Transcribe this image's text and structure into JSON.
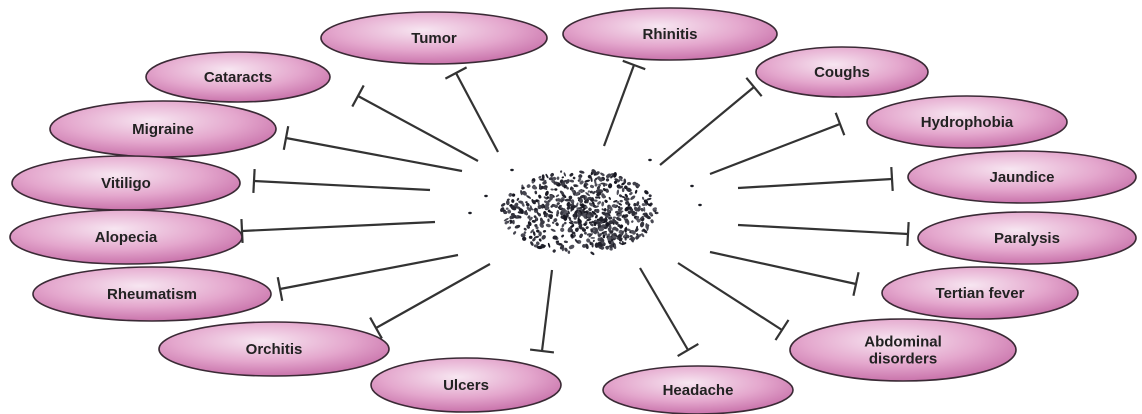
{
  "diagram": {
    "center": {
      "icon": "seed-cluster-icon"
    },
    "colors": {
      "node_fill_light": "#f7e6f1",
      "node_fill_mid": "#e4a7cd",
      "node_fill_dark": "#c46aa5",
      "node_stroke": "#3a2a35",
      "line": "#333333",
      "seed": "#1c1e26"
    },
    "nodes": [
      {
        "id": "tumor",
        "label": "Tumor"
      },
      {
        "id": "rhinitis",
        "label": "Rhinitis"
      },
      {
        "id": "cataracts",
        "label": "Cataracts"
      },
      {
        "id": "coughs",
        "label": "Coughs"
      },
      {
        "id": "migraine",
        "label": "Migraine"
      },
      {
        "id": "hydrophobia",
        "label": "Hydrophobia"
      },
      {
        "id": "vitiligo",
        "label": "Vitiligo"
      },
      {
        "id": "jaundice",
        "label": "Jaundice"
      },
      {
        "id": "alopecia",
        "label": "Alopecia"
      },
      {
        "id": "paralysis",
        "label": "Paralysis"
      },
      {
        "id": "rheumatism",
        "label": "Rheumatism"
      },
      {
        "id": "tertian-fever",
        "label": "Tertian fever"
      },
      {
        "id": "orchitis",
        "label": "Orchitis"
      },
      {
        "id": "abdominal-disorders",
        "label": "Abdominal disorders",
        "lines": [
          "Abdominal",
          "disorders"
        ]
      },
      {
        "id": "ulcers",
        "label": "Ulcers"
      },
      {
        "id": "headache",
        "label": "Headache"
      }
    ]
  }
}
